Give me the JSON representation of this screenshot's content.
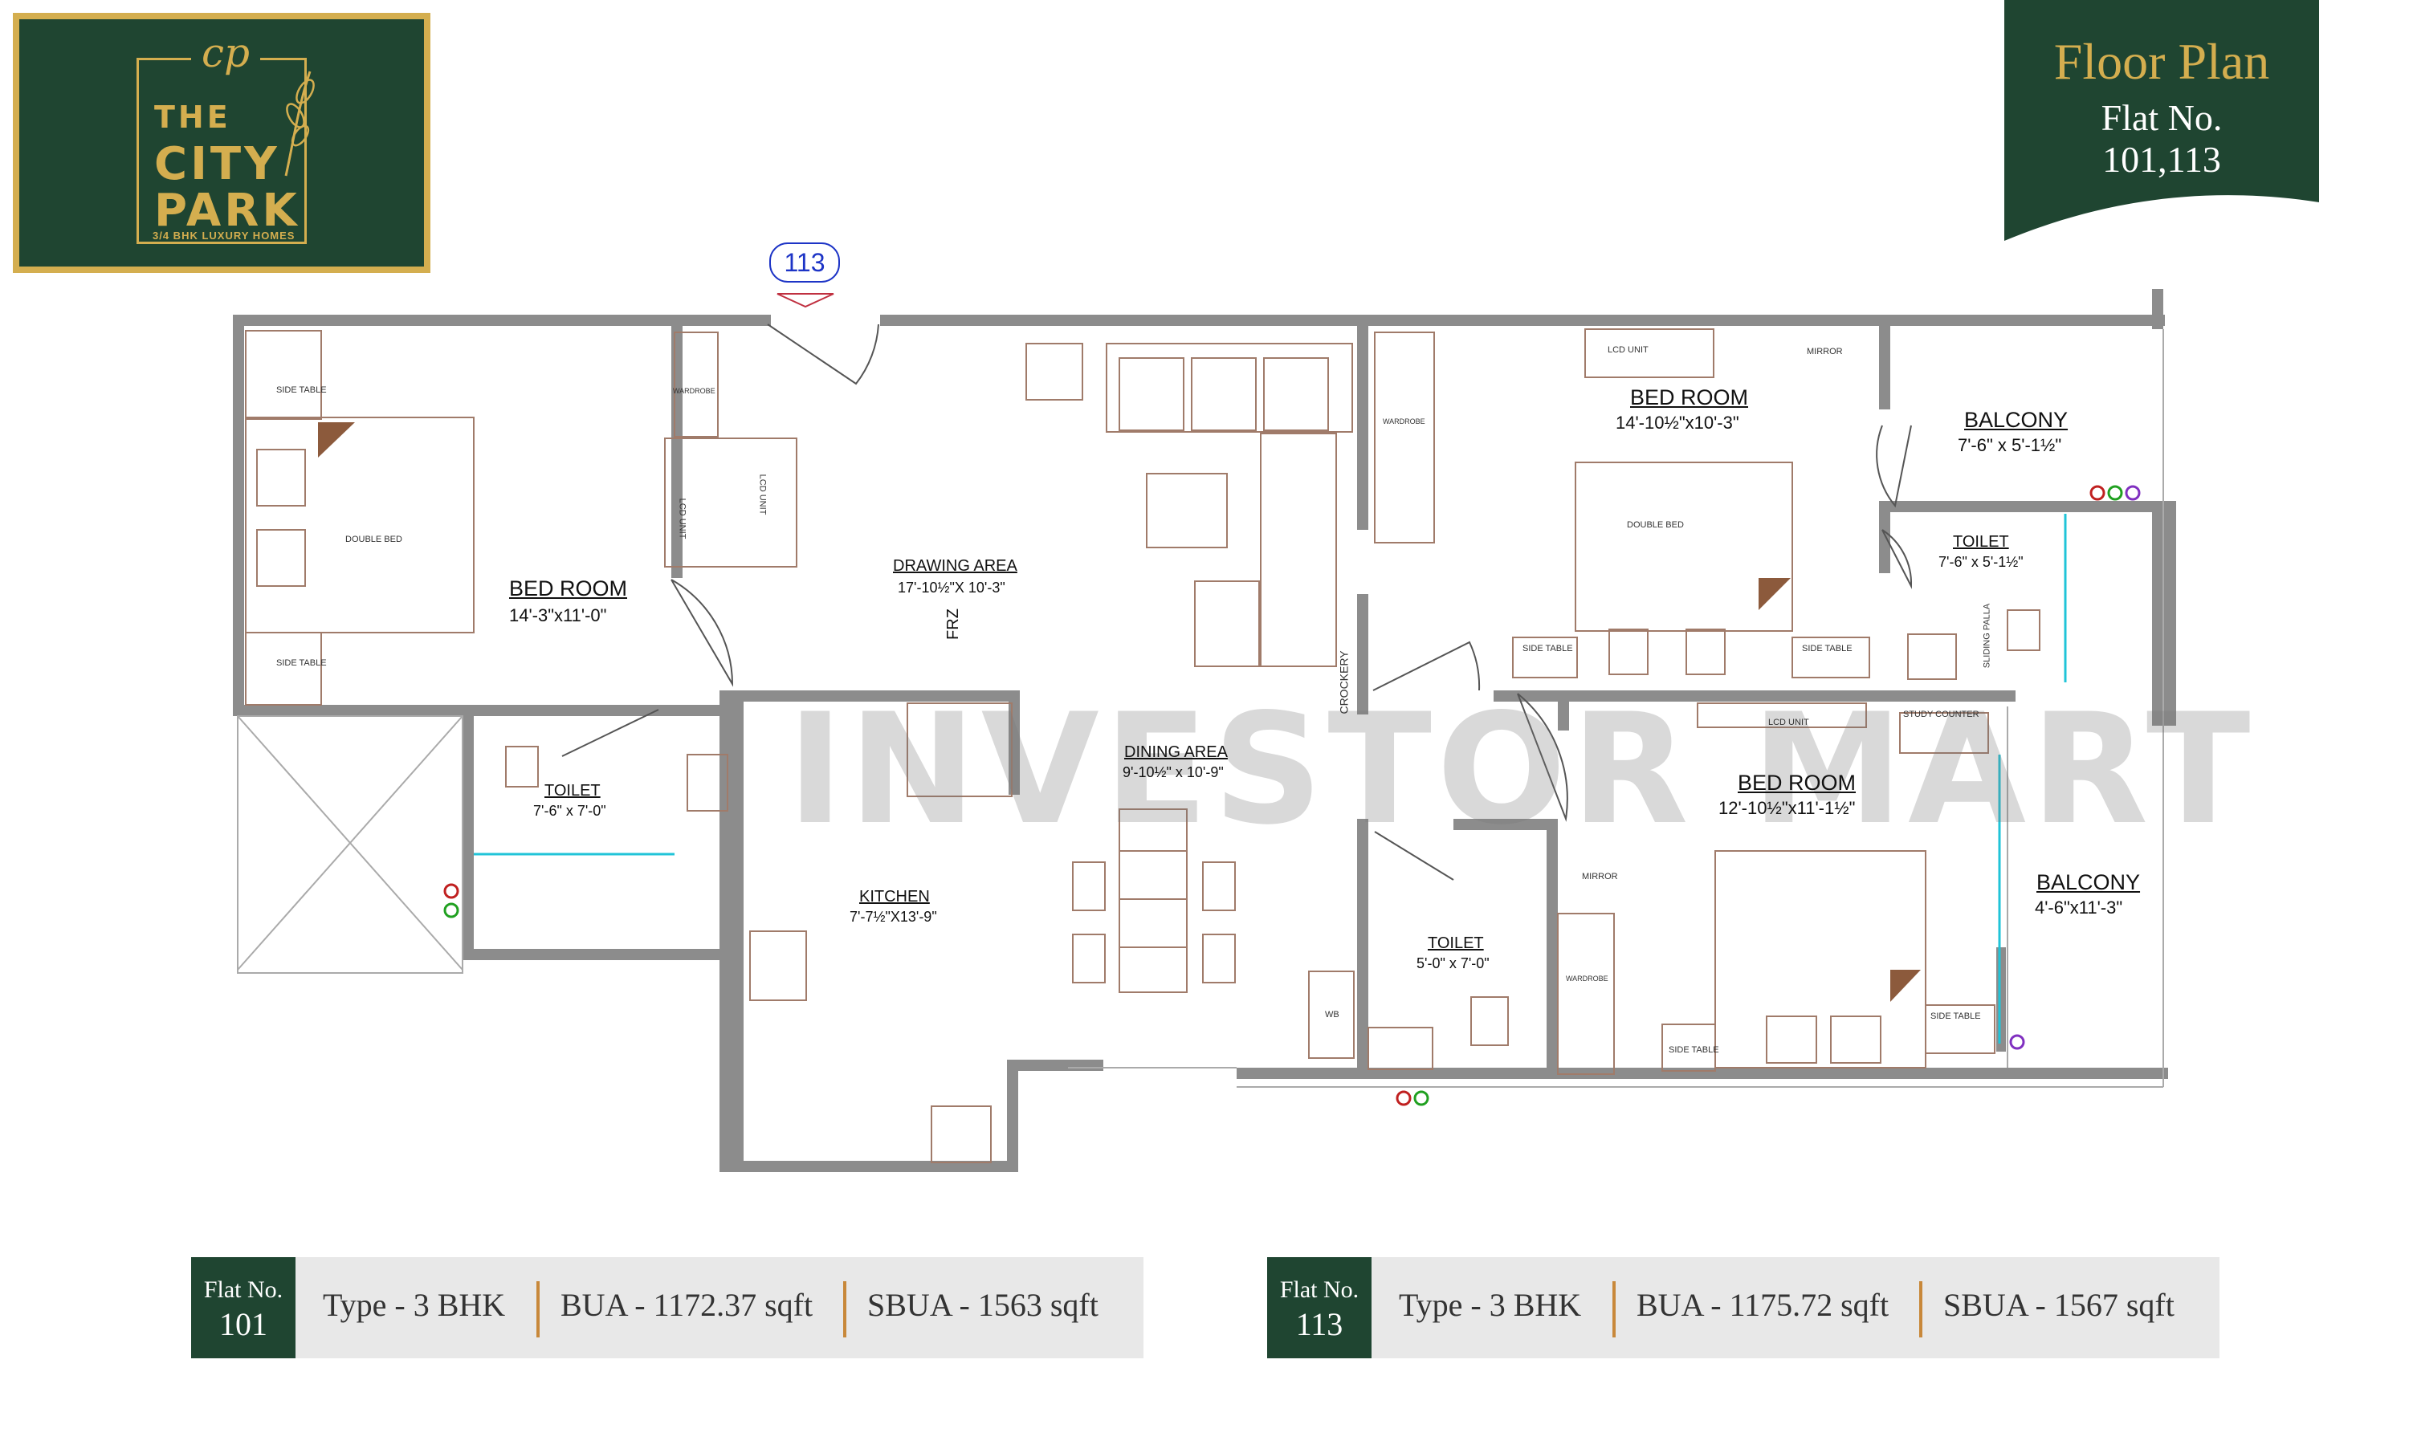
{
  "logo": {
    "monogram": "cp",
    "line1": "THE",
    "line2": "CITY",
    "line3": "PARK",
    "tagline": "3/4 BHK LUXURY HOMES"
  },
  "header": {
    "title": "Floor Plan",
    "flat_label": "Flat No.",
    "flat_numbers": "101,113"
  },
  "plan": {
    "flat_tag": "113",
    "watermark": "INVESTOR MART",
    "rooms": {
      "bed1": {
        "name": "BED ROOM",
        "size": "14'-3\"x11'-0\""
      },
      "drawing": {
        "name": "DRAWING AREA",
        "size": "17'-10½\"X 10'-3\""
      },
      "dining": {
        "name": "DINING AREA",
        "size": "9'-10½\" x 10'-9\""
      },
      "kitchen": {
        "name": "KITCHEN",
        "size": "7'-7½\"X13'-9\""
      },
      "toilet1": {
        "name": "TOILET",
        "size": "7'-6\" x 7'-0\""
      },
      "bed2": {
        "name": "BED ROOM",
        "size": "14'-10½\"x10'-3\""
      },
      "balcony1": {
        "name": "BALCONY",
        "size": "7'-6\" x 5'-1½\""
      },
      "toilet2": {
        "name": "TOILET",
        "size": "7'-6\" x 5'-1½\""
      },
      "bed3": {
        "name": "BED ROOM",
        "size": "12'-10½\"x11'-1½\""
      },
      "toilet3": {
        "name": "TOILET",
        "size": "5'-0\" x 7'-0\""
      },
      "balcony2": {
        "name": "BALCONY",
        "size": "4'-6\"x11'-3\""
      }
    },
    "fixtures": {
      "side_table": "SIDE TABLE",
      "double_bed": "DOUBLE BED",
      "wardrobe": "WARDROBE",
      "lcd_unit": "LCD UNIT",
      "frz": "FRZ",
      "crockery": "CROCKERY",
      "mirror": "MIRROR",
      "sliding_palla": "SLIDING PALLA",
      "study_counter": "STUDY COUNTER",
      "wb": "WB"
    }
  },
  "info": {
    "flat_label": "Flat No.",
    "left": {
      "flat": "101",
      "type": "Type - 3 BHK",
      "bua": "BUA - 1172.37 sqft",
      "sbua": "SBUA - 1563 sqft"
    },
    "right": {
      "flat": "113",
      "type": "Type - 3 BHK",
      "bua": "BUA - 1175.72 sqft",
      "sbua": "SBUA - 1567 sqft"
    }
  },
  "colors": {
    "brand_green": "#1f4531",
    "gold": "#d4ae4f",
    "wall": "#8c8c8c",
    "furniture": "#a07b6a",
    "bar_bg": "#e8e8e8",
    "separator": "#c8883a"
  }
}
